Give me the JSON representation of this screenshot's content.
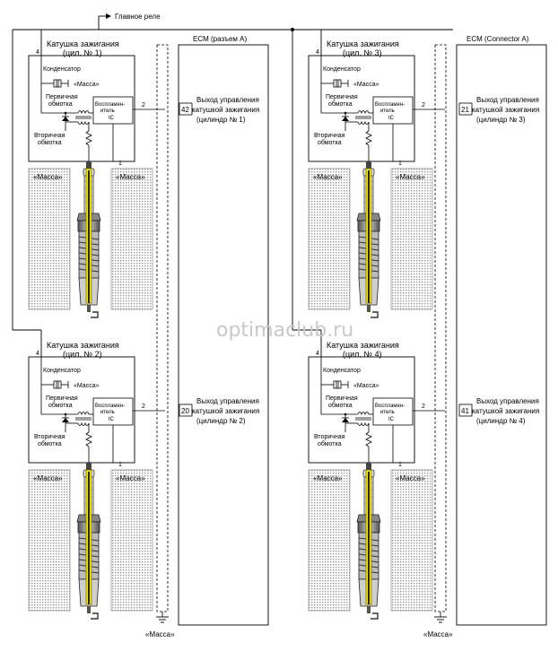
{
  "header": {
    "main_relay": "Главное реле"
  },
  "ground_label": "«Масса»",
  "watermark": "optimaclub.ru",
  "ecm": [
    {
      "label": "ECM (разъем A)"
    },
    {
      "label": "ECM (Connector A)"
    }
  ],
  "coils": [
    {
      "title1": "Катушка зажигания",
      "title2": "(цил. № 1)",
      "pin": "42",
      "out1": "Выход управления",
      "out2": "катушкой зажигания",
      "out3": "(цилиндр № 1)"
    },
    {
      "title1": "Катушка зажигания",
      "title2": "(цил. № 3)",
      "pin": "21",
      "out1": "Выход управления",
      "out2": "катушкой зажигания",
      "out3": "(цилиндр № 3)"
    },
    {
      "title1": "Катушка зажигания",
      "title2": "(цил. № 2)",
      "pin": "20",
      "out1": "Выход управления",
      "out2": "катушкой зажигания",
      "out3": "(цилиндр № 2)"
    },
    {
      "title1": "Катушка зажигания",
      "title2": "(цил. № 4)",
      "pin": "41",
      "out1": "Выход управления",
      "out2": "катушкой зажигания",
      "out3": "(цилиндр № 4)"
    }
  ],
  "coil_parts": {
    "condenser": "Конденсатор",
    "mass": "«Масса»",
    "primary1": "Первичная",
    "primary2": "обмотка",
    "secondary1": "Вторичная",
    "secondary2": "обмотка",
    "igniter1": "Воспламен-",
    "igniter2": "итель",
    "igniter3": "IC",
    "term4": "4",
    "term2": "2",
    "term1": "1"
  }
}
